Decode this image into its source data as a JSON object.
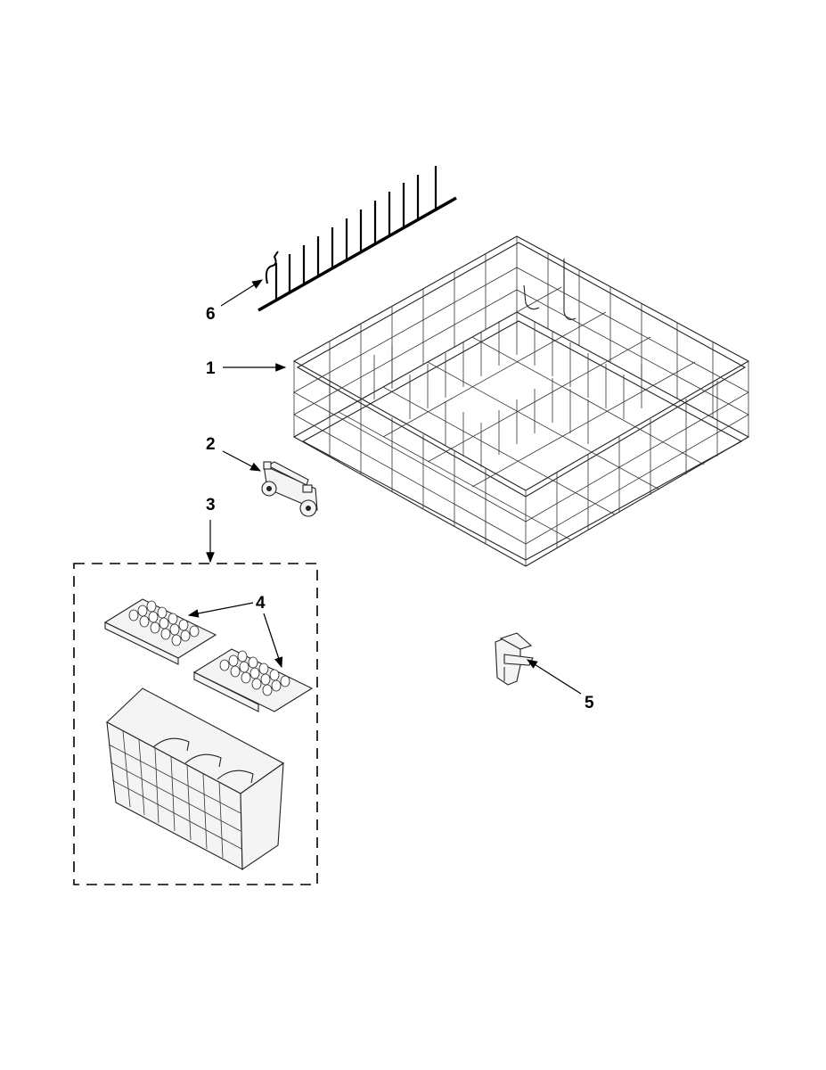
{
  "diagram": {
    "callouts": [
      {
        "id": "6",
        "label": "6"
      },
      {
        "id": "1",
        "label": "1"
      },
      {
        "id": "2",
        "label": "2"
      },
      {
        "id": "3",
        "label": "3"
      },
      {
        "id": "4",
        "label": "4"
      },
      {
        "id": "5",
        "label": "5"
      }
    ],
    "parts": [
      {
        "callout": "1",
        "icon": "lower-dishrack-wire-basket"
      },
      {
        "callout": "2",
        "icon": "rack-wheel-assembly"
      },
      {
        "callout": "3",
        "icon": "silverware-basket-assembly"
      },
      {
        "callout": "4",
        "icon": "basket-lid-cover"
      },
      {
        "callout": "5",
        "icon": "rack-clip"
      },
      {
        "callout": "6",
        "icon": "tine-row-fold-down"
      }
    ]
  }
}
